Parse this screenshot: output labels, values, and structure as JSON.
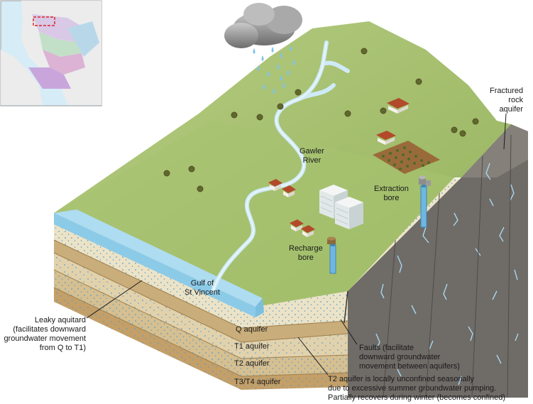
{
  "labels": {
    "fractured_rock": [
      "Fractured",
      "rock",
      "aquifer"
    ],
    "gawler_river": [
      "Gawler",
      "River"
    ],
    "extraction_bore": [
      "Extraction",
      "bore"
    ],
    "recharge_bore": [
      "Recharge",
      "bore"
    ],
    "gulf": [
      "Gulf of",
      "St Vincent"
    ],
    "q_aquifer": "Q aquifer",
    "t1_aquifer": "T1 aquifer",
    "t2_aquifer": "T2 aquifer",
    "t3t4_aquifer": "T3/T4 aquifer",
    "leaky_aquitard": [
      "Leaky aquitard",
      "(facilitates downward",
      "groundwater movement",
      "from Q to T1)"
    ],
    "faults": [
      "Faults (facilitate",
      "downward groundwater",
      "movement between aquifers)"
    ],
    "t2_note": [
      "T2 aquifer is locally unconfined seasonally",
      "due to excessive summer groundwater pumping.",
      "Partially recovers during winter (becomes confined)"
    ]
  },
  "colors": {
    "grass": "#a9c373",
    "grass_dark": "#8fae58",
    "sea": "#9fd3ec",
    "sediment_light": "#ece3c7",
    "sediment_mid": "#d9c49a",
    "sediment_dark": "#c7a56f",
    "rock": "#6e6a66",
    "fracture": "#9fd3ec",
    "river": "#cfe9f6"
  }
}
